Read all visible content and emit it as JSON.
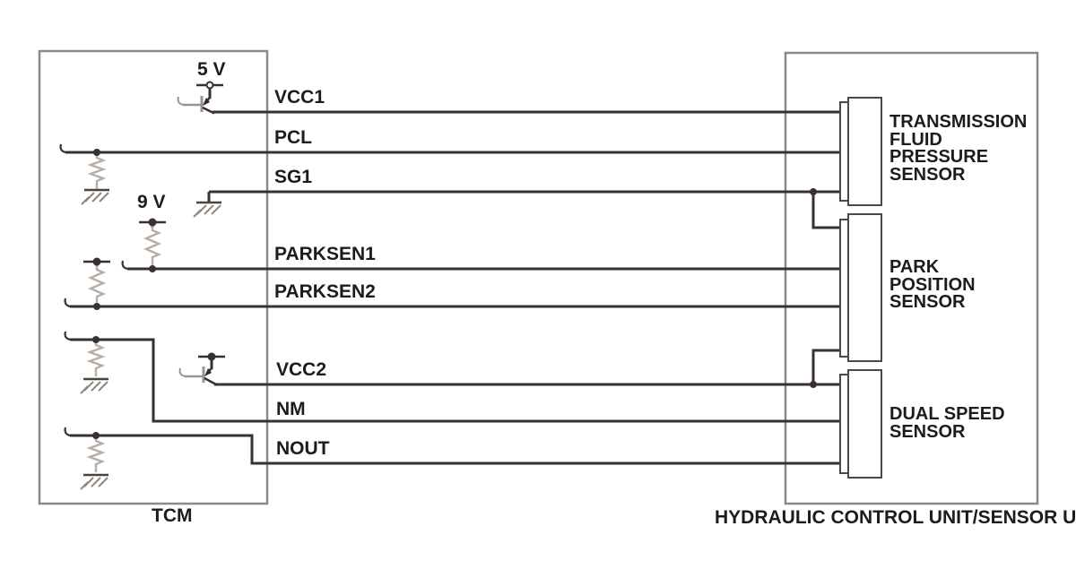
{
  "diagram": {
    "kind": "automotive-wiring-diagram",
    "left_unit_label": "TCM",
    "right_unit_label": "HYDRAULIC CONTROL UNIT/SENSOR UNIT",
    "supplies": {
      "five_volt": "5 V",
      "nine_volt": "9 V"
    },
    "signals": [
      {
        "label": "VCC1"
      },
      {
        "label": "PCL"
      },
      {
        "label": "SG1"
      },
      {
        "label": "PARKSEN1"
      },
      {
        "label": "PARKSEN2"
      },
      {
        "label": "VCC2"
      },
      {
        "label": "NM"
      },
      {
        "label": "NOUT"
      }
    ],
    "sensors": [
      {
        "name": "TRANSMISSION\nFLUID\nPRESSURE\nSENSOR"
      },
      {
        "name": "PARK\nPOSITION\nSENSOR"
      },
      {
        "name": "DUAL SPEED\nSENSOR"
      }
    ],
    "colors": {
      "wire": "#393130",
      "box_border": "#8e8984",
      "connector_border": "#4e4843",
      "resistor": "#b7aea8",
      "ground_hatch": "#8f8781",
      "transistor_gray": "#9b948e",
      "text": "#1f1b1a"
    }
  }
}
